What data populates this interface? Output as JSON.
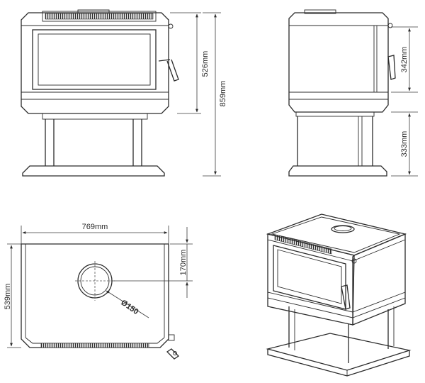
{
  "dimensions": {
    "front_height_body": "526mm",
    "front_height_total": "859mm",
    "side_height_firebox": "342mm",
    "side_height_pedestal": "333mm",
    "top_width": "769mm",
    "top_depth": "539mm",
    "top_flue_offset": "170mm",
    "flue_diameter": "150",
    "diameter_symbol": "Ø"
  },
  "colors": {
    "line": "#2b2b2b",
    "background": "#ffffff"
  }
}
